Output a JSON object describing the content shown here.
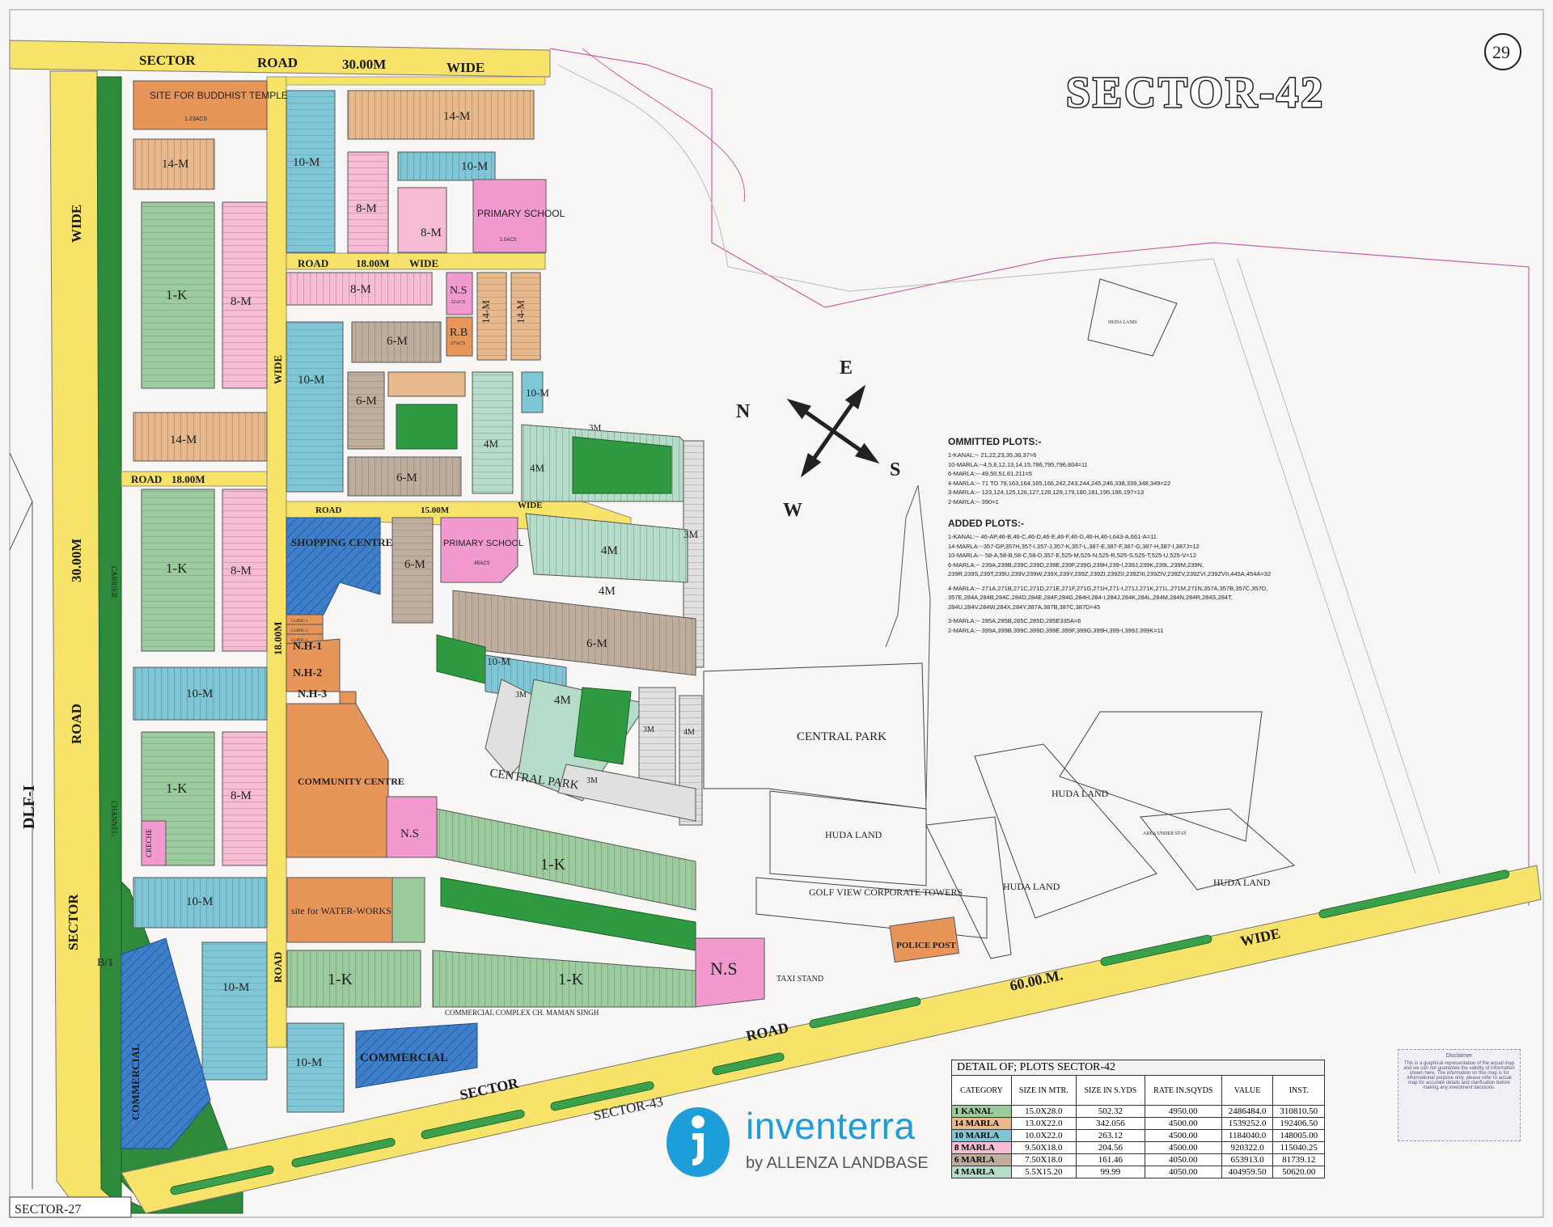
{
  "title": "SECTOR-42",
  "page_number": "29",
  "roads": {
    "top": [
      "SECTOR",
      "ROAD",
      "30.00M",
      "WIDE"
    ],
    "left_wide": "WIDE",
    "left_30m": "30.00M",
    "left_road": "ROAD",
    "left_sector": "SECTOR",
    "carrier_channel": [
      "CARRIER",
      "CHANNEL"
    ],
    "inner_18m_1": [
      "ROAD",
      "18.00M",
      "WIDE"
    ],
    "inner_18m_2": [
      "ROAD",
      "18.00M"
    ],
    "inner_15m": [
      "ROAD",
      "15.00M",
      "WIDE"
    ],
    "vertical_18m": [
      "WIDE",
      "18.00M",
      "ROAD"
    ],
    "bottom_60m": [
      "SECTOR",
      "ROAD",
      "60.00.M.",
      "WIDE"
    ]
  },
  "neighbours": {
    "dlf": "DLF-I",
    "sector_43": "SECTOR-43",
    "sector_27": "SECTOR-27",
    "b1": "B/1"
  },
  "compass": {
    "e": "E",
    "s": "S",
    "w": "W",
    "n": "N"
  },
  "places": {
    "buddhist_temple": "SITE FOR BUDDHIST TEMPLE",
    "buddhist_temple_area": "1.23ACS",
    "primary_school_1": "PRIMARY SCHOOL",
    "primary_school_1_area": "1.0ACS",
    "primary_school_2": "PRIMARY SCHOOL",
    "primary_school_2_area": ".65ACS",
    "ns_1": "N.S",
    "ns_1_area": ".32ACS",
    "rb": "R.B",
    "rb_area": ".37ACS",
    "shopping_centre": "SHOPPING CENTRE",
    "clinics": [
      "CLINIC-1",
      "CLINIC-2",
      "CLINIC-3"
    ],
    "nh1": "N.H-1",
    "nh2": "N.H-2",
    "nh3": "N.H-3",
    "community_centre": "COMMUNITY CENTRE",
    "ns_2": "N.S",
    "ns_3": "N.S",
    "water_works": "site for WATER-WORKS",
    "creche": "CRECHE",
    "commercial_left": "COMMERCIAL",
    "commercial_bottom": "COMMERCIAL",
    "commercial_complex": "COMMERCIAL COMPLEX CH. MAMAN SINGH",
    "central_park_1": "CENTRAL PARK",
    "central_park_2": "CENTRAL PARK",
    "huda_land": "HUDA LAND",
    "golf_view": "GOLF VIEW CORPORATE TOWERS",
    "police_post": "POLICE POST",
    "taxi_stand": "TAXI STAND",
    "area_under_stay": "AREA UNDER STAY"
  },
  "blocks": {
    "m14": "14-M",
    "m10": "10-M",
    "m8": "8-M",
    "m6": "6-M",
    "m4": "4M",
    "m3": "3M",
    "k1": "1-K"
  },
  "omitted": {
    "heading": "OMMITTED PLOTS:-",
    "lines": [
      "1-KANAL:--  21,22,23,35,36,37=6",
      "10-MARLA:--4,5,6,12,13,14,15,786,795,796,804=11",
      "6-MARLA:--  49,50,51,61,211=5",
      "4-MARLA:--  71 TO 79,163,164,165,166,242,243,244,245,246,338,339,348,349=22",
      "3-MARLA:--  123,124,125,126,127,128,129,179,180,181,195,196,197=13",
      "2-MARLA:--  390=1"
    ]
  },
  "added": {
    "heading": "ADDED PLOTS:-",
    "lines": [
      "1-KANAL:--  46-AP,46-B,46-C,46-D,46-E,46-F,46-G,46-H,46-I,643-A,661-A=11",
      "14-MARLA:--357-GP,357H,357-I,357-J,357-K,357-L,387-E,387-F,387-G,387-H,387-I,387J=12",
      "10-MARLA:--  58-A,58-B,58-C,58-D,357-E,525-M,525-N,525-R,525-S,525-T,525-U,525-V=12",
      "6-MARLA:--  239A,239B,239C,239D,239E,239F,239G,239H,239-I,239J,239K,239L,239M,239N,",
      "239R,239S,239T,239U,239V,239W,239X,239Y,239Z,239ZI,239ZII,239ZIII,239ZIV,239ZV,239ZVI,239ZVII,445A,454A=32",
      "4-MARLA:--  271A,271B,271C,271D,271E,271F,271G,271H,271-I,271J,271K,271L,271M,271N,357A,357B,357C,357D,",
      "357E,284A,284B,284C,284D,284E,284F,284G,284H,284-I,284J,284K,284L,284M,284N,284R,284S,284T,",
      "284U,284V,284W,284X,284Y,387A,387B,387C,387D=45",
      "3-MARLA:--  285A,285B,285C,285D,285E335A=6",
      "2-MARLA:--  399A,399B,399C,399D,399E,399F,399G,399H,399-I,399J,399K=11"
    ]
  },
  "disclaimer": {
    "heading": "Disclaimer",
    "text": "This is a graphical representation of the actual map and we can not guarantee the validity of information shown here. The information on this map is for informational purpose only, please refer to actual map for accurate details and clarification before making any investment decisions."
  },
  "plots_table": {
    "caption": "DETAIL OF; PLOTS  SECTOR-42",
    "headers": [
      "CATEGORY",
      "SIZE IN MTR.",
      "SIZE IN S.YDS",
      "RATE IN.SQYDS",
      "VALUE",
      "INST."
    ],
    "rows": [
      {
        "category": "1  KANAL",
        "size_mtr": "15.0X28.0",
        "size_syd": "502.32",
        "rate": "4950.00",
        "value": "2486484.0",
        "inst": "310810.50",
        "color": "#9ccc9e"
      },
      {
        "category": "14  MARLA",
        "size_mtr": "13.0X22.0",
        "size_syd": "342.056",
        "rate": "4500.00",
        "value": "1539252.0",
        "inst": "192406.50",
        "color": "#e8b98c"
      },
      {
        "category": "10  MARLA",
        "size_mtr": "10.0X22.0",
        "size_syd": "263.12",
        "rate": "4500.00",
        "value": "1184040.0",
        "inst": "148005.00",
        "color": "#7fc6d6"
      },
      {
        "category": "8  MARLA",
        "size_mtr": "9.50X18.0",
        "size_syd": "204.56",
        "rate": "4500.00",
        "value": "920322.0",
        "inst": "115040.25",
        "color": "#f5bcd3"
      },
      {
        "category": "6  MARLA",
        "size_mtr": "7.50X18.0",
        "size_syd": "161.46",
        "rate": "4050.00",
        "value": "653913.0",
        "inst": "81739.12",
        "color": "#bfae9d"
      },
      {
        "category": "4  MARLA",
        "size_mtr": "5.5X15.20",
        "size_syd": "99.99",
        "rate": "4050.00",
        "value": "404959.50",
        "inst": "50620.00",
        "color": "#b4dcc8"
      }
    ]
  },
  "brand": {
    "name": "inventerra",
    "by": "by ALLENZA LANDBASE"
  },
  "colors": {
    "road": "#f7e36a",
    "green_belt": "#2e8b3c",
    "park": "#2f9a41",
    "pink": "#f29ad0",
    "orange": "#e8955a",
    "blue": "#3f7fc9"
  }
}
